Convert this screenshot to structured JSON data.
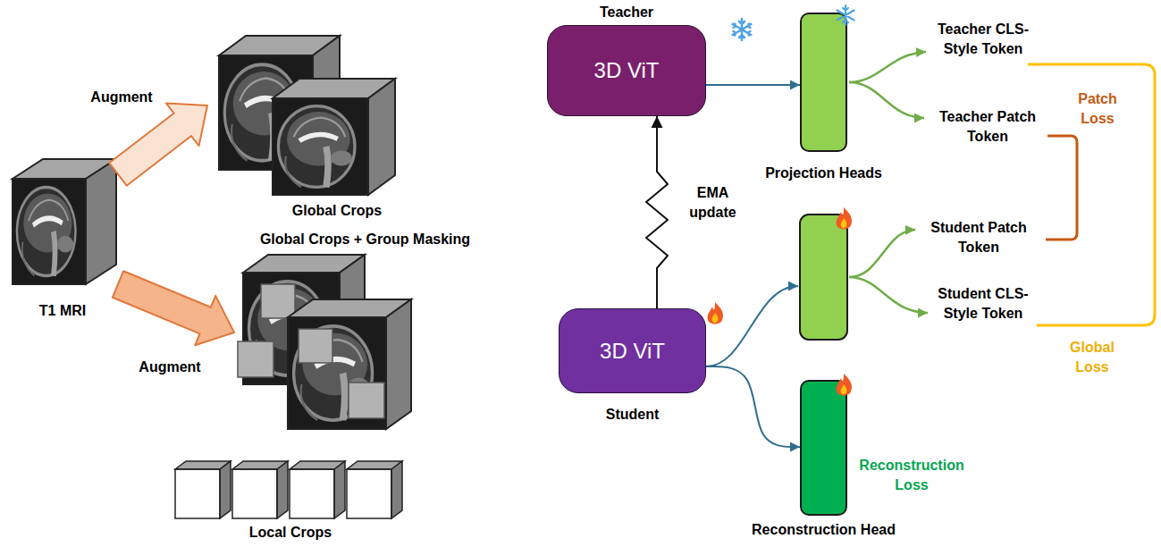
{
  "diagram": {
    "nodes": [
      {
        "text": [
          "T1 MRI"
        ]
      },
      {
        "text": [
          "Global Crops"
        ]
      },
      {
        "text": [
          "Global Crops + Group Masking"
        ]
      },
      {
        "text": [
          "Local Crops"
        ]
      },
      {
        "text": [
          "Teacher",
          "3D ViT"
        ]
      },
      {
        "text": [
          "Projection Heads"
        ]
      },
      {
        "text": [
          "3D ViT",
          "Student"
        ]
      },
      {
        "text": [
          "Reconstruction Head"
        ]
      }
    ],
    "edges": [
      {
        "from": 0,
        "to": 1,
        "label": "Augment",
        "arrow": "to"
      },
      {
        "from": 0,
        "to": 2,
        "label": "Augment",
        "arrow": "to"
      },
      {
        "from": 4,
        "to": 5,
        "arrow": "to"
      },
      {
        "from": 6,
        "to": 4,
        "label": "EMA update",
        "arrow": "to"
      },
      {
        "from": 6,
        "to": 7,
        "arrow": "to"
      }
    ],
    "labels": [
      "Teacher CLS-Style Token",
      "Teacher Patch Token",
      "Patch Loss",
      "Student Patch Token",
      "Student CLS-Style Token",
      "Global Loss",
      "Reconstruction Loss"
    ]
  }
}
